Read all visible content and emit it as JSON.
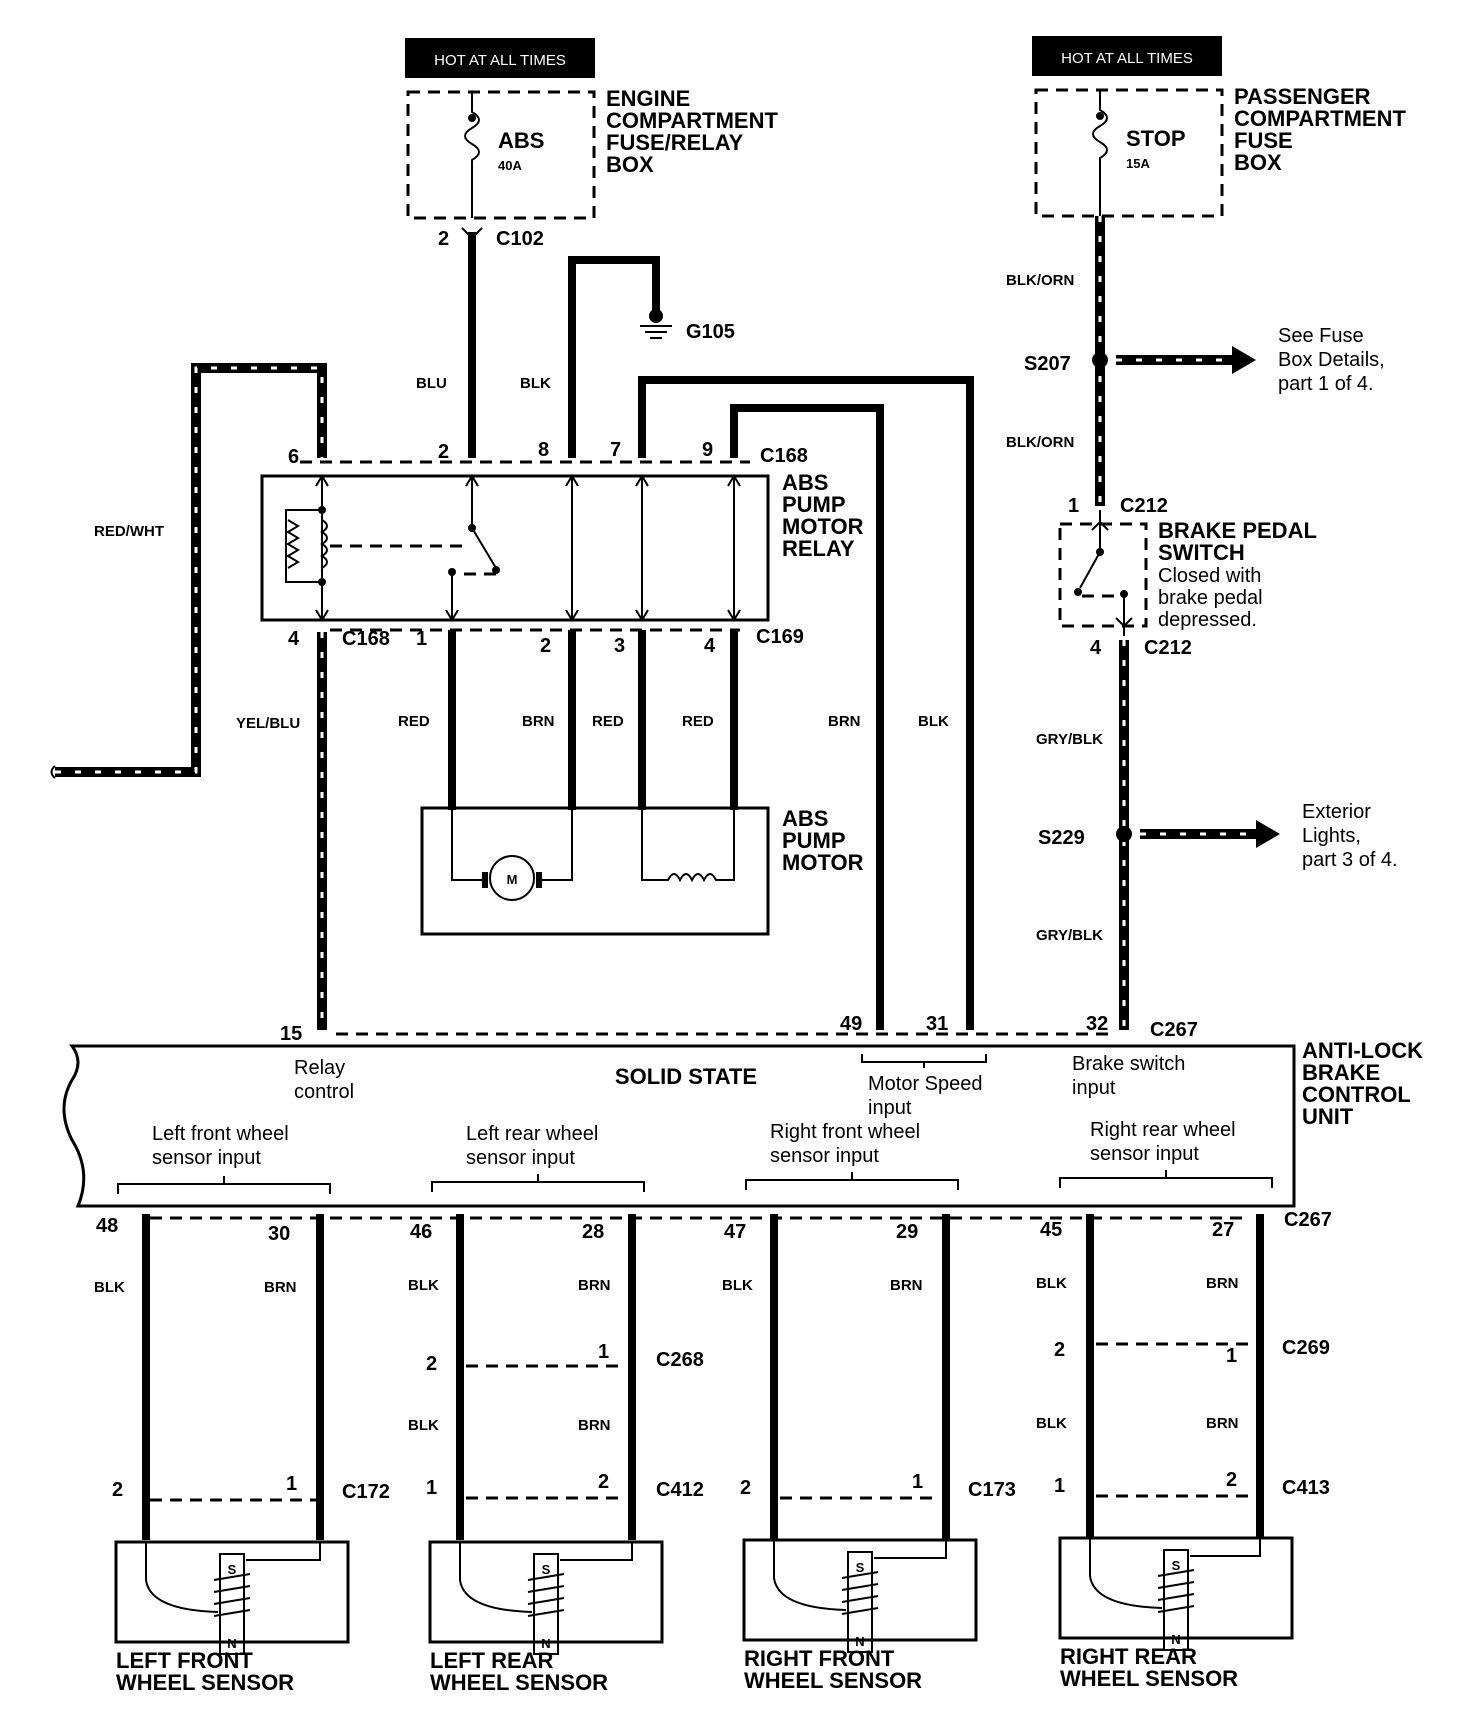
{
  "power": {
    "left_hot": "HOT AT ALL TIMES",
    "right_hot": "HOT AT ALL TIMES",
    "left_fuse_name": "ABS",
    "left_fuse_rating": "40A",
    "right_fuse_name": "STOP",
    "right_fuse_rating": "15A",
    "engine_box_label": [
      "ENGINE",
      "COMPARTMENT",
      "FUSE/RELAY",
      "BOX"
    ],
    "passenger_box_label": [
      "PASSENGER",
      "COMPARTMENT",
      "FUSE",
      "BOX"
    ]
  },
  "connectors": {
    "c102": "C102",
    "c168": "C168",
    "c169": "C169",
    "c212": "C212",
    "c267": "C267",
    "c268": "C268",
    "c269": "C269",
    "c172": "C172",
    "c412": "C412",
    "c173": "C173",
    "c413": "C413",
    "g105": "G105",
    "s207": "S207",
    "s229": "S229"
  },
  "wires": {
    "blu": "BLU",
    "blk": "BLK",
    "brn": "BRN",
    "red": "RED",
    "red_wht": "RED/WHT",
    "yel_blu": "YEL/BLU",
    "blk_orn": "BLK/ORN",
    "gry_blk": "GRY/BLK"
  },
  "relay_label": [
    "ABS",
    "PUMP",
    "MOTOR",
    "RELAY"
  ],
  "motor_label": [
    "ABS",
    "PUMP",
    "MOTOR"
  ],
  "motor_symbol": "M",
  "brake_switch": {
    "title": [
      "BRAKE PEDAL",
      "SWITCH"
    ],
    "note": [
      "Closed with",
      "brake pedal",
      "depressed."
    ]
  },
  "refs": {
    "fuse_box": [
      "See Fuse",
      "Box Details,",
      "part 1 of 4."
    ],
    "exterior": [
      "Exterior",
      "Lights,",
      "part 3 of 4."
    ]
  },
  "abs_unit": {
    "label": [
      "ANTI-LOCK",
      "BRAKE",
      "CONTROL",
      "UNIT"
    ],
    "solid_state": "SOLID STATE",
    "relay_control": [
      "Relay",
      "control"
    ],
    "motor_speed": [
      "Motor Speed",
      "input"
    ],
    "brake_switch_input": [
      "Brake switch",
      "input"
    ],
    "lf_input": [
      "Left front wheel",
      "sensor input"
    ],
    "lr_input": [
      "Left rear wheel",
      "sensor input"
    ],
    "rf_input": [
      "Right front wheel",
      "sensor input"
    ],
    "rr_input": [
      "Right rear wheel",
      "sensor input"
    ]
  },
  "pins": {
    "p2a": "2",
    "p2b": "2",
    "p6": "6",
    "p8": "8",
    "p7": "7",
    "p9": "9",
    "p4": "4",
    "p1": "1",
    "p2c": "2",
    "p3": "3",
    "p4b": "4",
    "p15": "15",
    "p49": "49",
    "p31": "31",
    "p32": "32",
    "sw1": "1",
    "sw4": "4",
    "p48": "48",
    "p30": "30",
    "p46": "46",
    "p28": "28",
    "p47": "47",
    "p29": "29",
    "p45": "45",
    "p27": "27",
    "c268_2": "2",
    "c268_1": "1",
    "c269_2": "2",
    "c269_1": "1",
    "c172_2": "2",
    "c172_1": "1",
    "c412_1": "1",
    "c412_2": "2",
    "c173_2": "2",
    "c173_1": "1",
    "c413_1": "1",
    "c413_2": "2"
  },
  "sensor_letters": {
    "s": "S",
    "n": "N"
  },
  "sensors": {
    "lf": [
      "LEFT FRONT",
      "WHEEL SENSOR"
    ],
    "lr": [
      "LEFT REAR",
      "WHEEL SENSOR"
    ],
    "rf": [
      "RIGHT FRONT",
      "WHEEL SENSOR"
    ],
    "rr": [
      "RIGHT REAR",
      "WHEEL SENSOR"
    ]
  }
}
